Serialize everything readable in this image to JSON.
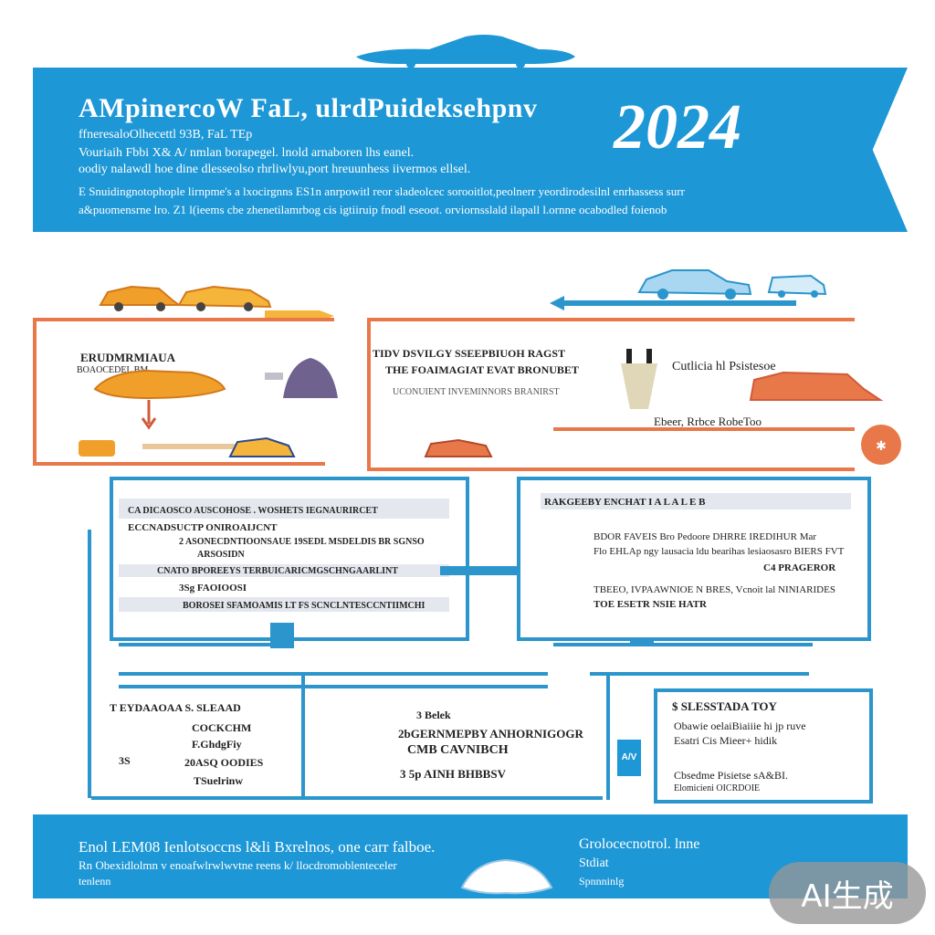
{
  "banner": {
    "title": "AMpinercoW FaL, ulrdPuideksehpnv",
    "year": "2024",
    "sub_lines": [
      "ffneresaloOlhecettl          93B,  FaL TEp",
      "Vouriaih  Fbbi  X&  A/ nmlan borapegel.  lnold arnaboren  lhs eanel.",
      "oodiy nalawdl hoe  dine dlesseolso rhrliwlyu,port  hreuunhess iivermos ellsel.",
      "E Snuidingnotophople lirnpme's  a lxocirgnns  ES1n  anrpowitl reor sladeolcec sorooitlot,peolnerr yeordirodesilnl enrhassess  surr",
      "a&puomensrne lro.  Z1  l(ieems cbe zhenetilamrbog cis  igtiiruip fnodl  eseoot.  orviornsslald  ilapall l.ornne ocabodled foienob"
    ]
  },
  "left_orange": {
    "heading": "ERUDMRMIAUA",
    "subheading": "BOAOCEDEL BM"
  },
  "right_orange": {
    "line1": "TIDV  DSVILGY  SSEEPBIUOH  RAGST",
    "line2": "THE FOAIMAGIAT  EVAT  BRONUBET",
    "line3": "UCONUIENT INVEMINNORS  BRANIRST",
    "caption1": "Cutlicia hl Psistesoe",
    "caption2": "Ebeer,  Rrbce  RobeToo"
  },
  "left_blue": {
    "line1": "CA DICAOSCO AUSCOHOSE .  WOSHETS  IEGNAURIRCET",
    "line2": "ECCNADSUCTP ONIROAIJCNT",
    "line3": "2 ASONECDNTIOONSAUE 19SEDL  MSDELDIS  BR SGNSO",
    "line4": "ARSOSIDN",
    "line5": "CNATO  BPOREEYS  TERBUICARICMGSCHNGAARLINT",
    "line6": "3Sg  FAOIOOSI",
    "line7": "BOROSEI SFAMOAMIS  LT  FS  SCNCLNTESCCNTIIMCHI"
  },
  "right_blue": {
    "header": "RAKGEEBY         ENCHAT  I A L  A  L  E  B",
    "line1": "BDOR FAVEIS  Bro Pedoore  DHRRE IREDIHUR  Mar",
    "line2": "Flo EHLAp ngy lausacia  ldu bearihas lesiaosasro  BIERS FVT",
    "line3": "C4  PRAGEROR",
    "line4": "TBEEO,  IVPAAWNIOE  N  BRES,  Vcnoit lal  NINIARIDES",
    "line5": "TOE  ESETR NSIE HATR"
  },
  "bottom_left": {
    "heading": "T EYDAAOAA  S.  SLEAAD",
    "items": [
      "COCKCHM",
      "F.GhdgFiy",
      "20ASQ OODIES",
      "TSuelrinw"
    ],
    "mark": "3S"
  },
  "bottom_center": {
    "line1": "3 Belek",
    "line2": "2bGERNMEPBY ANHORNIGOGR",
    "line3": "CMB  CAVNIBCH",
    "line4": "3 5p AINH BHBBSV"
  },
  "bottom_right": {
    "heading": "$    SLESSTADA TOY",
    "line1": "Obawie  oelaiBiaiiie hi jp ruve",
    "line2": "Esatri  Cis  Mieer+  hidik",
    "line3": "Cbsedme  Pisietse  sA&BI.",
    "line4": "Elomicieni  OICRDOIE"
  },
  "connector_label": "A/V",
  "footer": {
    "left1": "Enol LEM08 Ienlotsoccns l&li  Bxrelnos,  one  carr  falboe.",
    "left2": "Rn  Obexidlolmn  v  enoafwlrwlwvtne  reens  k/  llocdromoblenteceler",
    "left3": "tenlenn",
    "right1": "Grolocecnotrol.  lnne",
    "right2": "Stdiat",
    "right3": "Spnnninlg"
  },
  "watermark": "AI生成",
  "colors": {
    "primary_blue": "#1d97d6",
    "line_blue": "#2b95cc",
    "orange": "#e8784a",
    "car_orange": "#f0a02a"
  },
  "icons": [
    "car-icon",
    "airplane-icon",
    "person-icon",
    "badge-icon",
    "arrow-icon"
  ]
}
